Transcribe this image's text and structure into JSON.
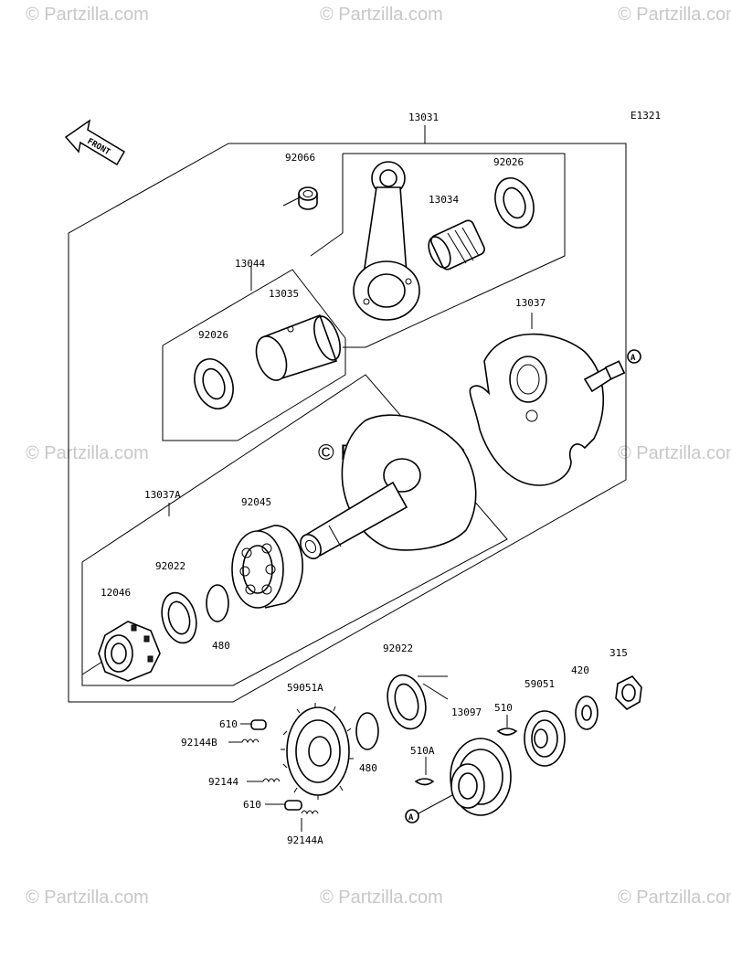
{
  "watermark": {
    "text": "© Partzilla.com"
  },
  "center_watermark": {
    "text": "© Partzilla.com"
  },
  "diagram_code": "E1321",
  "front_label": "FRONT",
  "ref_marker": "A",
  "labels": {
    "p13031": "13031",
    "p92066": "92066",
    "p92026a": "92026",
    "p13034": "13034",
    "p13044": "13044",
    "p13035": "13035",
    "p92026b": "92026",
    "p13037": "13037",
    "p13037A": "13037A",
    "p92045": "92045",
    "p92022a": "92022",
    "p12046": "12046",
    "p480a": "480",
    "p92022b": "92022",
    "p315": "315",
    "p420": "420",
    "p59051": "59051",
    "p510": "510",
    "p13097": "13097",
    "p510A": "510A",
    "p59051A": "59051A",
    "p610a": "610",
    "p92144B": "92144B",
    "p92144": "92144",
    "p610b": "610",
    "p92144A": "92144A",
    "p480b": "480"
  }
}
